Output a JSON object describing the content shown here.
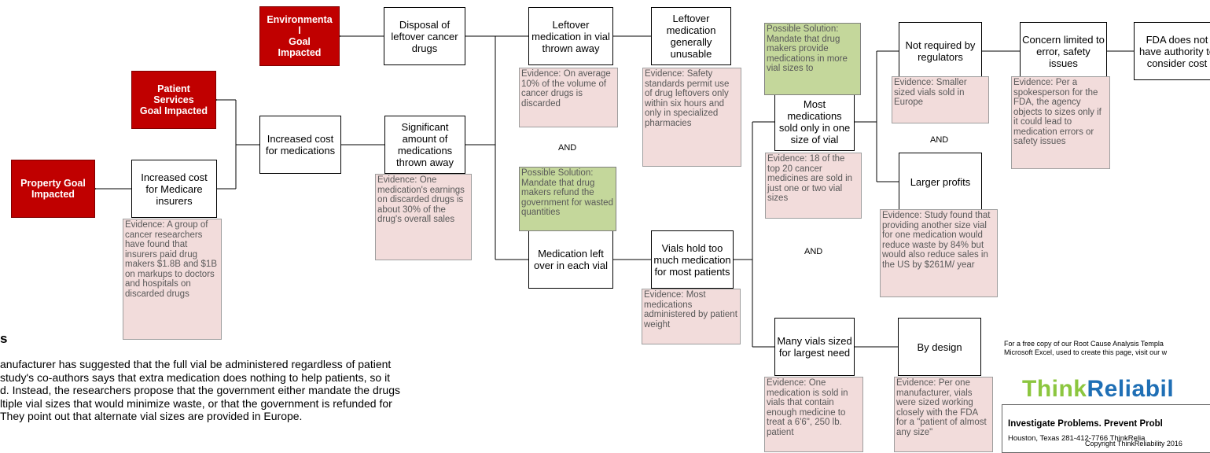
{
  "colors": {
    "goal": "#c00000",
    "evidence": "#f2dcdb",
    "solution": "#c4d79b",
    "logo_think": "#8cc63f",
    "logo_reliab": "#1f6fb5"
  },
  "goals": {
    "environmental": "Environmenta\nl\nGoal\nImpacted",
    "patient_services": "Patient\nServices\nGoal Impacted",
    "property": "Property Goal\nImpacted"
  },
  "causes": {
    "disposal": "Disposal of leftover cancer drugs",
    "leftover_thrown": "Leftover medication in vial thrown away",
    "leftover_unusable": "Leftover medication generally unusable",
    "increased_cost_meds": "Increased cost for medications",
    "significant_thrown": "Significant amount of medications thrown away",
    "increased_cost_medicare": "Increased cost for Medicare insurers",
    "medication_left_over": "Medication left over in each vial",
    "vials_too_much": "Vials hold too much medication for most patients",
    "one_size": "Most medications sold only in one size of vial",
    "not_required": "Not required by regulators",
    "concern_limited": "Concern limited to error, safety issues",
    "fda_authority": "FDA does not have authority to consider cost",
    "larger_profits": "Larger profits",
    "many_vials": "Many vials sized for largest need",
    "by_design": "By design"
  },
  "evidence": {
    "discarded_10": "Evidence: On average 10% of the volume of cancer drugs is discarded",
    "safety_standards": "Evidence: Safety standards permit use of drug leftovers only within six hours and only in specialized pharmacies",
    "earnings_30": "Evidence: One medication's earnings on discarded drugs is about 30% of the drug's overall sales",
    "insurers_paid": "Evidence: A group of cancer researchers have found that insurers paid drug makers $1.8B and $1B on markups to doctors and hospitals on discarded drugs",
    "patient_weight": "Evidence: Most medications administered by patient weight",
    "smaller_europe": "Evidence: Smaller sized vials sold in Europe",
    "spokesperson": "Evidence: Per a spokesperson for the FDA, the agency objects to sizes only if it could lead to medication errors or safety issues",
    "top20": "Evidence: 18 of the top 20 cancer medicines are sold in just one or two vial sizes",
    "study_found": "Evidence: Study found that providing another size vial for one medication would reduce waste by 84% but would also reduce sales in the US by $261M/ year",
    "six_foot_six": "Evidence: One medication is sold in vials that contain enough medicine to treat a 6'6\", 250 lb. patient",
    "per_manufacturer": "Evidence: Per one manufacturer, vials were sized working closely with the FDA for a \"patient of almost any size\""
  },
  "solutions": {
    "refund": "Possible Solution: Mandate that drug makers refund the government for wasted quantities",
    "more_sizes": "Possible Solution: Mandate that drug makers provide medications in more vial sizes to"
  },
  "and_label": "AND",
  "notes": {
    "title": "s",
    "text": "anufacturer has suggested that the full vial be administered regardless of patient\n study's co-authors says that extra medication does nothing to help patients, so it\nd.  Instead, the researchers propose that the government either mandate the drugs\nltiple vial sizes that would minimize waste, or that the government is refunded for\nThey point out that alternate vial sizes are provided in Europe."
  },
  "footer": {
    "promo_line1": "For a free copy of our Root Cause Analysis Templa",
    "promo_line2": "Microsoft Excel, used to create this page, visit our w",
    "logo_think": "Think",
    "logo_reliab": "Reliabil",
    "tagline": "Investigate Problems. Prevent Probl",
    "contact": "Houston, Texas     281-412-7766     ThinkRelia",
    "copyright": "Copyright ThinkReliability 2016"
  }
}
